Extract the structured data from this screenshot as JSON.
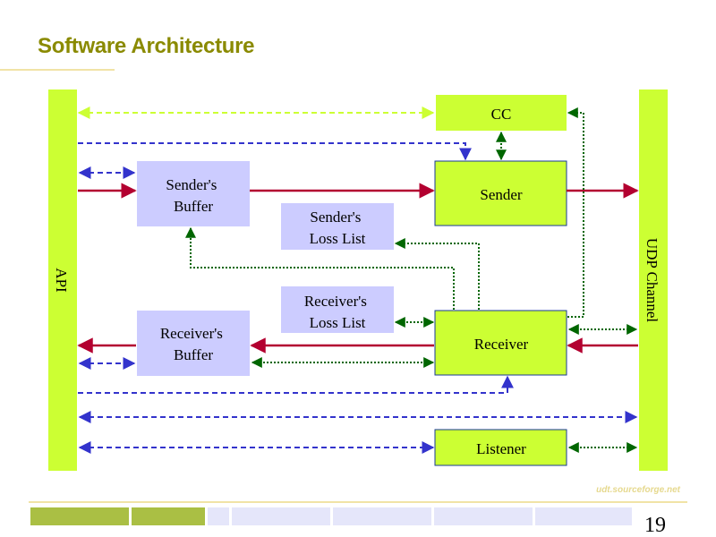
{
  "slide": {
    "title": "Software Architecture",
    "footer_url": "udt.sourceforge.net",
    "page_number": "19"
  },
  "diagram": {
    "api_label": "API",
    "udp_channel_label": "UDP Channel",
    "cc_label": "CC",
    "sender_label": "Sender",
    "receiver_label": "Receiver",
    "listener_label": "Listener",
    "senders_buffer_label": [
      "Sender's",
      "Buffer"
    ],
    "senders_loss_list_label": [
      "Sender's",
      "Loss List"
    ],
    "receivers_loss_list_label": [
      "Receiver's",
      "Loss List"
    ],
    "receivers_buffer_label": [
      "Receiver's",
      "Buffer"
    ]
  },
  "colors": {
    "title": "#8a8a00",
    "bar_green": "#ccff33",
    "box_lavender": "#ccccff",
    "data_flow_red": "#b30030",
    "control_blue_dashed": "#3333cc",
    "control_green_dotted": "#006600",
    "cc_link_yellow_dashed": "#ccff33"
  }
}
